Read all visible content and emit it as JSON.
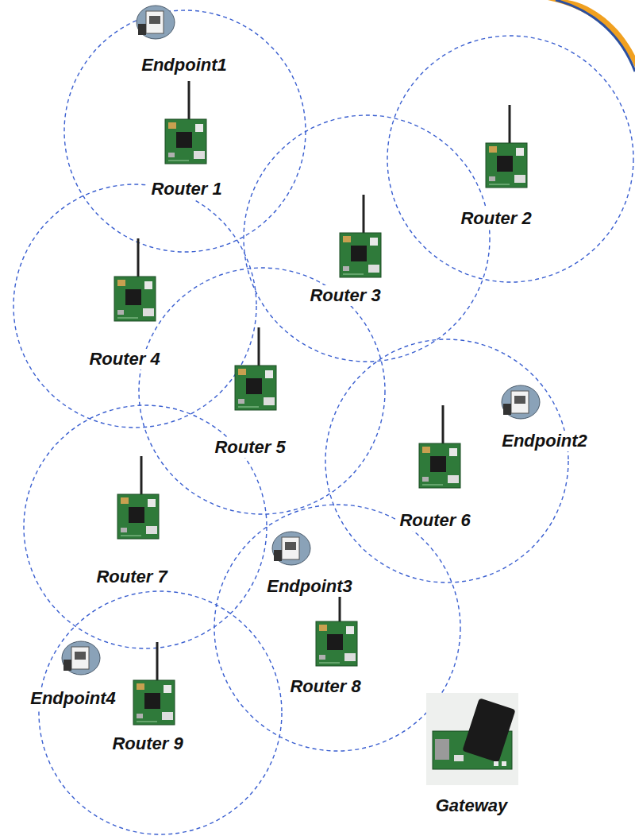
{
  "diagram": {
    "nodes": [
      {
        "text": [
          "Endpoint1"
        ]
      },
      {
        "text": [
          "Router 1"
        ]
      },
      {
        "text": [
          "Router 2"
        ]
      },
      {
        "text": [
          "Router 3"
        ]
      },
      {
        "text": [
          "Router 4"
        ]
      },
      {
        "text": [
          "Router 5"
        ]
      },
      {
        "text": [
          "Endpoint2"
        ]
      },
      {
        "text": [
          "Router 6"
        ]
      },
      {
        "text": [
          "Router 7"
        ]
      },
      {
        "text": [
          "Endpoint3"
        ]
      },
      {
        "text": [
          "Router 8"
        ]
      },
      {
        "text": [
          "Endpoint4"
        ]
      },
      {
        "text": [
          "Router 9"
        ]
      },
      {
        "text": [
          "Gateway"
        ]
      }
    ]
  }
}
